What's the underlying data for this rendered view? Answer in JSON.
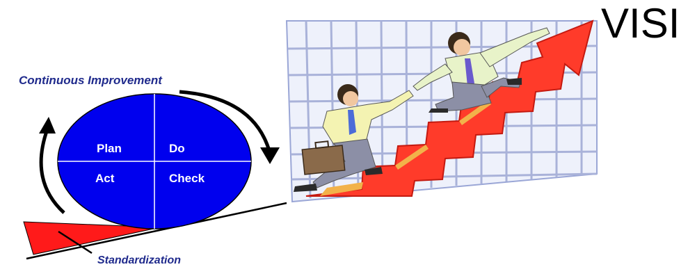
{
  "heading": "VISI",
  "pdca": {
    "title": "Continuous Improvement",
    "base_label": "Standardization",
    "quadrants": {
      "plan": "Plan",
      "do": "Do",
      "act": "Act",
      "check": "Check"
    }
  },
  "colors": {
    "cycle_fill": "#0000ee",
    "label_text": "#1f2a8c",
    "wedge": "#ff1a1a",
    "arrow": "#ff3b2a",
    "grid": "#a9b2d9"
  },
  "icons": [
    "curved-arrow-icon",
    "staircase-arrow-icon",
    "businessmen-clipart-icon",
    "briefcase-icon"
  ]
}
